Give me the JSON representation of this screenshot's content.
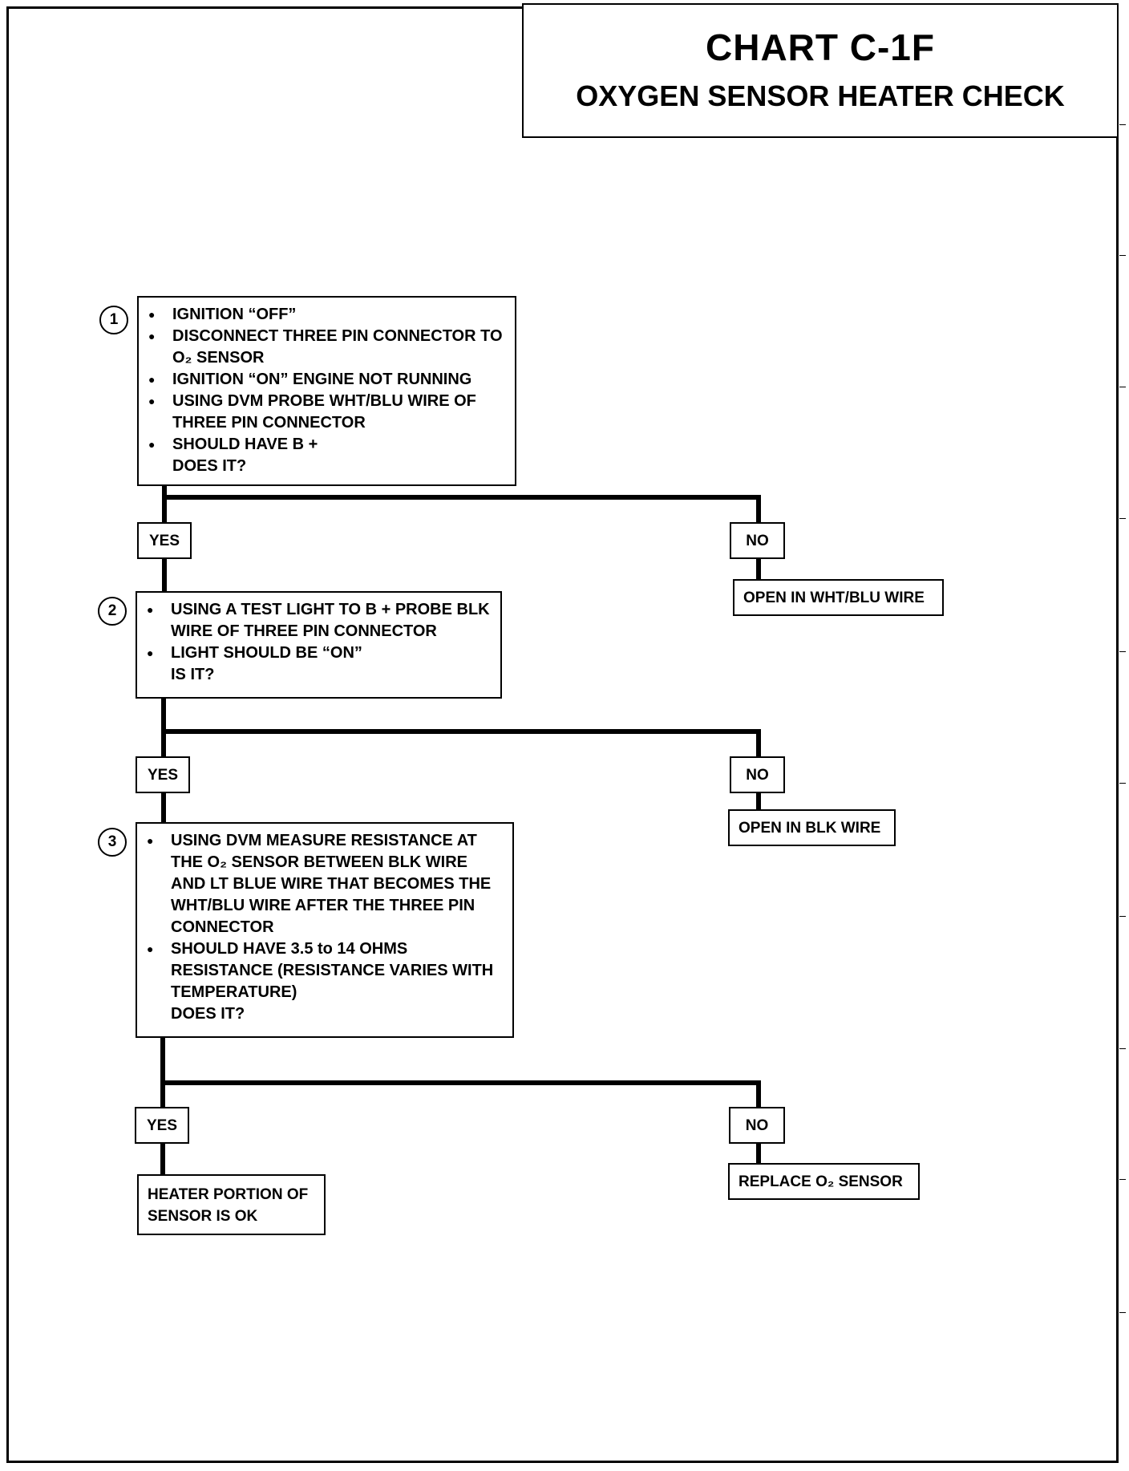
{
  "header": {
    "chart_id": "CHART C-1F",
    "title": "OXYGEN SENSOR HEATER CHECK"
  },
  "steps": [
    {
      "number": "1",
      "bullets": [
        "IGNITION “OFF”",
        "DISCONNECT THREE PIN CONNECTOR TO O₂ SENSOR",
        "IGNITION “ON” ENGINE NOT RUNNING",
        "USING DVM PROBE WHT/BLU WIRE OF THREE PIN CONNECTOR",
        "SHOULD HAVE B +"
      ],
      "question": "DOES IT?",
      "yes_label": "YES",
      "no_label": "NO",
      "no_result": "OPEN IN WHT/BLU WIRE"
    },
    {
      "number": "2",
      "bullets": [
        "USING A TEST LIGHT TO B + PROBE BLK WIRE OF THREE PIN CONNECTOR",
        "LIGHT SHOULD BE “ON”"
      ],
      "question": "IS IT?",
      "yes_label": "YES",
      "no_label": "NO",
      "no_result": "OPEN IN BLK WIRE"
    },
    {
      "number": "3",
      "bullets": [
        "USING DVM MEASURE RESISTANCE AT THE O₂ SENSOR BETWEEN BLK WIRE AND LT BLUE WIRE THAT BECOMES THE WHT/BLU WIRE AFTER THE THREE PIN CONNECTOR",
        "SHOULD HAVE 3.5 to 14 OHMS RESISTANCE (RESISTANCE VARIES WITH TEMPERATURE)"
      ],
      "question": "DOES IT?",
      "yes_label": "YES",
      "no_label": "NO",
      "yes_result": "HEATER PORTION OF SENSOR IS OK",
      "no_result": "REPLACE O₂ SENSOR"
    }
  ]
}
